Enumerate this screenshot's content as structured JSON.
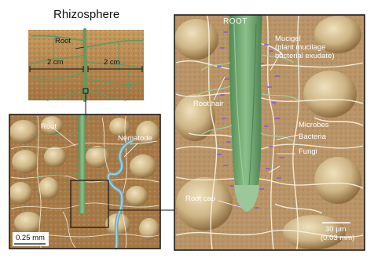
{
  "title": "Rhizosphere",
  "top_panel": {
    "root_label": "Root",
    "scale_left": "2 cm",
    "scale_right": "2 cm"
  },
  "middle_panel": {
    "root_label": "Root",
    "nematode_label": "Nematode",
    "scale_label": "0.25 mm"
  },
  "right_panel": {
    "root_title": "ROOT",
    "mucigel_line1": "Mucigel",
    "mucigel_line2": "(plant mucilage",
    "mucigel_line3": "bacterial exudate)",
    "root_hair_label": "Root hair",
    "microbes_label": "Microbes",
    "bacteria_label": "Bacteria",
    "fungi_label": "Fungi",
    "root_cap_label": "Root cap",
    "scale_line1": "30 µm",
    "scale_line2": "(0.03 mm)"
  },
  "colors": {
    "soil": "#b98a4e",
    "root": "#6aa26a",
    "fungi": "#f2ead6",
    "bacteria": "#8a5bd6",
    "nematode": "#7fb3c4"
  }
}
